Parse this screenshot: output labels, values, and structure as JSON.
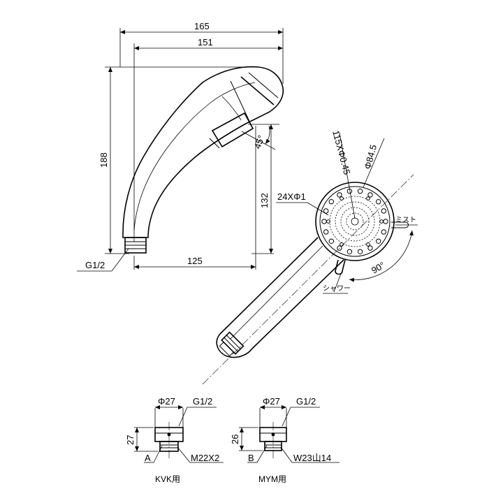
{
  "side_view": {
    "width_overall": "165",
    "width_head": "151",
    "height_overall": "188",
    "height_head": "132",
    "width_base": "125",
    "angle": "45°",
    "thread": "G1/2"
  },
  "face_view": {
    "holes_fine": "115XΦ0.45",
    "diameter": "Φ84.5",
    "holes_large": "24XΦ1",
    "mode_mist": "ミスト",
    "mode_shower": "シャワー",
    "rotation": "90°"
  },
  "adapters": [
    {
      "diameter": "Φ27",
      "thread_top": "G1/2",
      "height": "27",
      "point_label": "A",
      "thread_bottom": "M22X2",
      "caption": "KVK用"
    },
    {
      "diameter": "Φ27",
      "thread_top": "G1/2",
      "height": "26",
      "point_label": "B",
      "thread_bottom": "W23山14",
      "caption": "MYM用"
    }
  ]
}
